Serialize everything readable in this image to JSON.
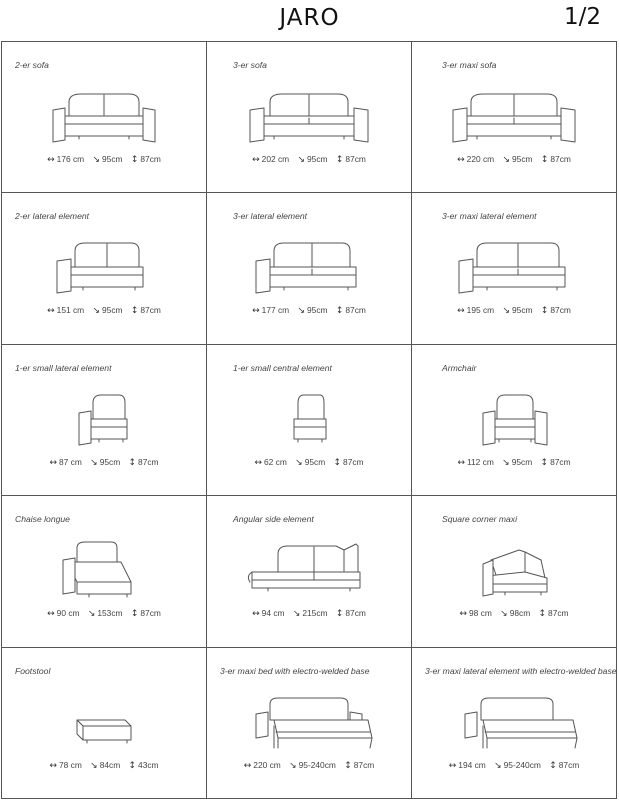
{
  "header": {
    "title": "JARO",
    "page": "1/2"
  },
  "cells": [
    {
      "label": "2-er sofa",
      "icon": "sofa-2-icon",
      "width": "176 cm",
      "depth": "95cm",
      "height": "87cm"
    },
    {
      "label": "3-er sofa",
      "icon": "sofa-3-icon",
      "width": "202 cm",
      "depth": "95cm",
      "height": "87cm"
    },
    {
      "label": "3-er maxi sofa",
      "icon": "sofa-3-maxi-icon",
      "width": "220 cm",
      "depth": "95cm",
      "height": "87cm"
    },
    {
      "label": "2-er lateral element",
      "icon": "lateral-2-icon",
      "width": "151 cm",
      "depth": "95cm",
      "height": "87cm"
    },
    {
      "label": "3-er lateral element",
      "icon": "lateral-3-icon",
      "width": "177 cm",
      "depth": "95cm",
      "height": "87cm"
    },
    {
      "label": "3-er maxi lateral element",
      "icon": "lateral-3-maxi-icon",
      "width": "195 cm",
      "depth": "95cm",
      "height": "87cm"
    },
    {
      "label": "1-er small lateral element",
      "icon": "lateral-1-small-icon",
      "width": "87 cm",
      "depth": "95cm",
      "height": "87cm"
    },
    {
      "label": "1-er small central element",
      "icon": "central-1-small-icon",
      "width": "62 cm",
      "depth": "95cm",
      "height": "87cm"
    },
    {
      "label": "Armchair",
      "icon": "armchair-icon",
      "width": "112 cm",
      "depth": "95cm",
      "height": "87cm"
    },
    {
      "label": "Chaise longue",
      "icon": "chaise-longue-icon",
      "width": "90 cm",
      "depth": "153cm",
      "height": "87cm"
    },
    {
      "label": "Angular side element",
      "icon": "angular-side-icon",
      "width": "94 cm",
      "depth": "215cm",
      "height": "87cm"
    },
    {
      "label": "Square corner maxi",
      "icon": "corner-maxi-icon",
      "width": "98 cm",
      "depth": "98cm",
      "height": "87cm"
    },
    {
      "label": "Footstool",
      "icon": "footstool-icon",
      "width": "78 cm",
      "depth": "84cm",
      "height": "43cm"
    },
    {
      "label": "3-er maxi bed with electro-welded base",
      "icon": "sofa-bed-icon",
      "width": "220 cm",
      "depth": "95-240cm",
      "height": "87cm"
    },
    {
      "label": "3-er maxi lateral element with electro-welded base",
      "icon": "lateral-bed-icon",
      "width": "194 cm",
      "depth": "95-240cm",
      "height": "87cm"
    }
  ]
}
